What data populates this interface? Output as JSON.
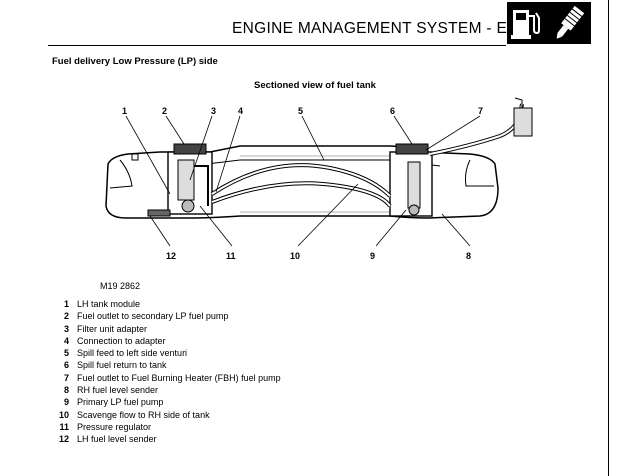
{
  "header": {
    "title": "ENGINE MANAGEMENT SYSTEM - EDC",
    "logo_icons": [
      "fuel-pump-icon",
      "injector-icon"
    ]
  },
  "section_title": "Fuel delivery Low Pressure (LP) side",
  "diagram": {
    "title": "Sectioned view of fuel tank",
    "code": "M19 2862",
    "callouts_top": [
      "1",
      "2",
      "3",
      "4",
      "5",
      "6",
      "7"
    ],
    "callouts_bottom": [
      "12",
      "11",
      "10",
      "9",
      "8"
    ]
  },
  "legend": [
    {
      "num": "1",
      "text": "LH tank module"
    },
    {
      "num": "2",
      "text": "Fuel outlet to secondary LP fuel pump"
    },
    {
      "num": "3",
      "text": "Filter unit adapter"
    },
    {
      "num": "4",
      "text": "Connection to adapter"
    },
    {
      "num": "5",
      "text": "Spill feed to left side venturi"
    },
    {
      "num": "6",
      "text": "Spill fuel return to tank"
    },
    {
      "num": "7",
      "text": "Fuel outlet to Fuel Burning Heater (FBH) fuel pump"
    },
    {
      "num": "8",
      "text": "RH fuel level sender"
    },
    {
      "num": "9",
      "text": "Primary LP fuel pump"
    },
    {
      "num": "10",
      "text": "Scavenge flow to RH side of tank"
    },
    {
      "num": "11",
      "text": "Pressure regulator"
    },
    {
      "num": "12",
      "text": "LH fuel level sender"
    }
  ]
}
